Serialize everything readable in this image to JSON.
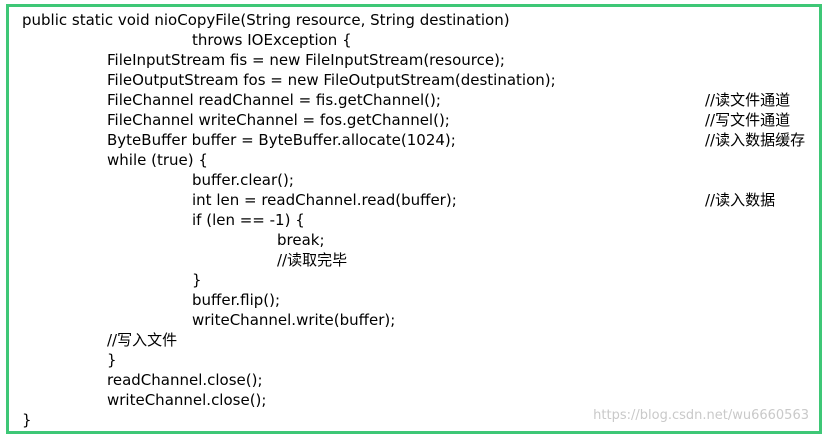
{
  "accent_color": "#3ec776",
  "code": {
    "lines": [
      {
        "text": "public static void nioCopyFile(String resource, String destination)",
        "comment": ""
      },
      {
        "text": "throws IOException {",
        "comment": ""
      },
      {
        "text": "FileInputStream fis = new FileInputStream(resource);",
        "comment": ""
      },
      {
        "text": "FileOutputStream fos = new FileOutputStream(destination);",
        "comment": ""
      },
      {
        "text": "FileChannel readChannel = fis.getChannel();",
        "comment": "//读文件通道"
      },
      {
        "text": "FileChannel writeChannel = fos.getChannel();",
        "comment": "//写文件通道"
      },
      {
        "text": "ByteBuffer buffer = ByteBuffer.allocate(1024);",
        "comment": "//读入数据缓存"
      },
      {
        "text": "while (true) {",
        "comment": ""
      },
      {
        "text": "buffer.clear();",
        "comment": ""
      },
      {
        "text": "int len = readChannel.read(buffer);",
        "comment": "//读入数据"
      },
      {
        "text": "if (len == -1) {",
        "comment": ""
      },
      {
        "text": "break;",
        "comment": ""
      },
      {
        "text": "//读取完毕",
        "comment": ""
      },
      {
        "text": "}",
        "comment": ""
      },
      {
        "text": "buffer.flip();",
        "comment": ""
      },
      {
        "text": "writeChannel.write(buffer);",
        "comment": ""
      },
      {
        "text": "//写入文件",
        "comment": ""
      },
      {
        "text": "}",
        "comment": ""
      },
      {
        "text": "readChannel.close();",
        "comment": ""
      },
      {
        "text": "writeChannel.close();",
        "comment": ""
      },
      {
        "text": "}",
        "comment": ""
      }
    ]
  },
  "watermark": "https://blog.csdn.net/wu6660563"
}
